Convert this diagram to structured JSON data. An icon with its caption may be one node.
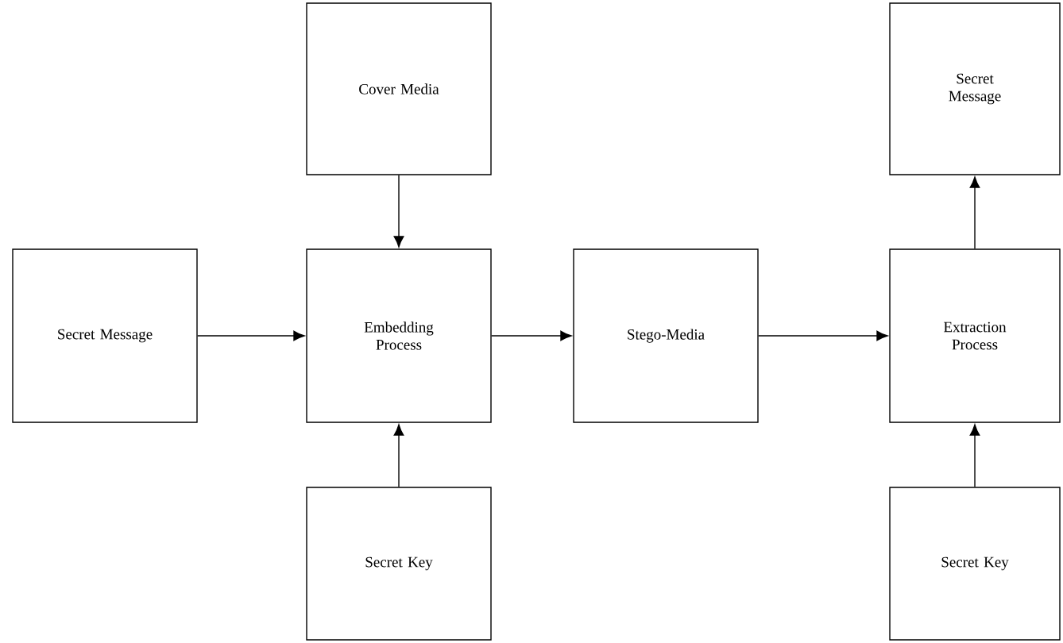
{
  "diagram": {
    "nodes": [
      {
        "text": [
          "Cover Media"
        ]
      },
      {
        "text": [
          "Secret Message"
        ]
      },
      {
        "text": [
          "Embedding Process"
        ]
      },
      {
        "text": [
          "Secret Key"
        ]
      },
      {
        "text": [
          "Stego-Media"
        ]
      },
      {
        "text": [
          "Secret Message"
        ]
      },
      {
        "text": [
          "Extraction Process"
        ]
      },
      {
        "text": [
          "Secret Key"
        ]
      }
    ],
    "edges": [
      {
        "from": 0,
        "to": 2,
        "arrow": "to"
      },
      {
        "from": 1,
        "to": 2,
        "arrow": "to"
      },
      {
        "from": 3,
        "to": 2,
        "arrow": "to"
      },
      {
        "from": 2,
        "to": 4,
        "arrow": "to"
      },
      {
        "from": 4,
        "to": 6,
        "arrow": "to"
      },
      {
        "from": 6,
        "to": 5,
        "arrow": "to"
      },
      {
        "from": 7,
        "to": 6,
        "arrow": "to"
      }
    ]
  }
}
